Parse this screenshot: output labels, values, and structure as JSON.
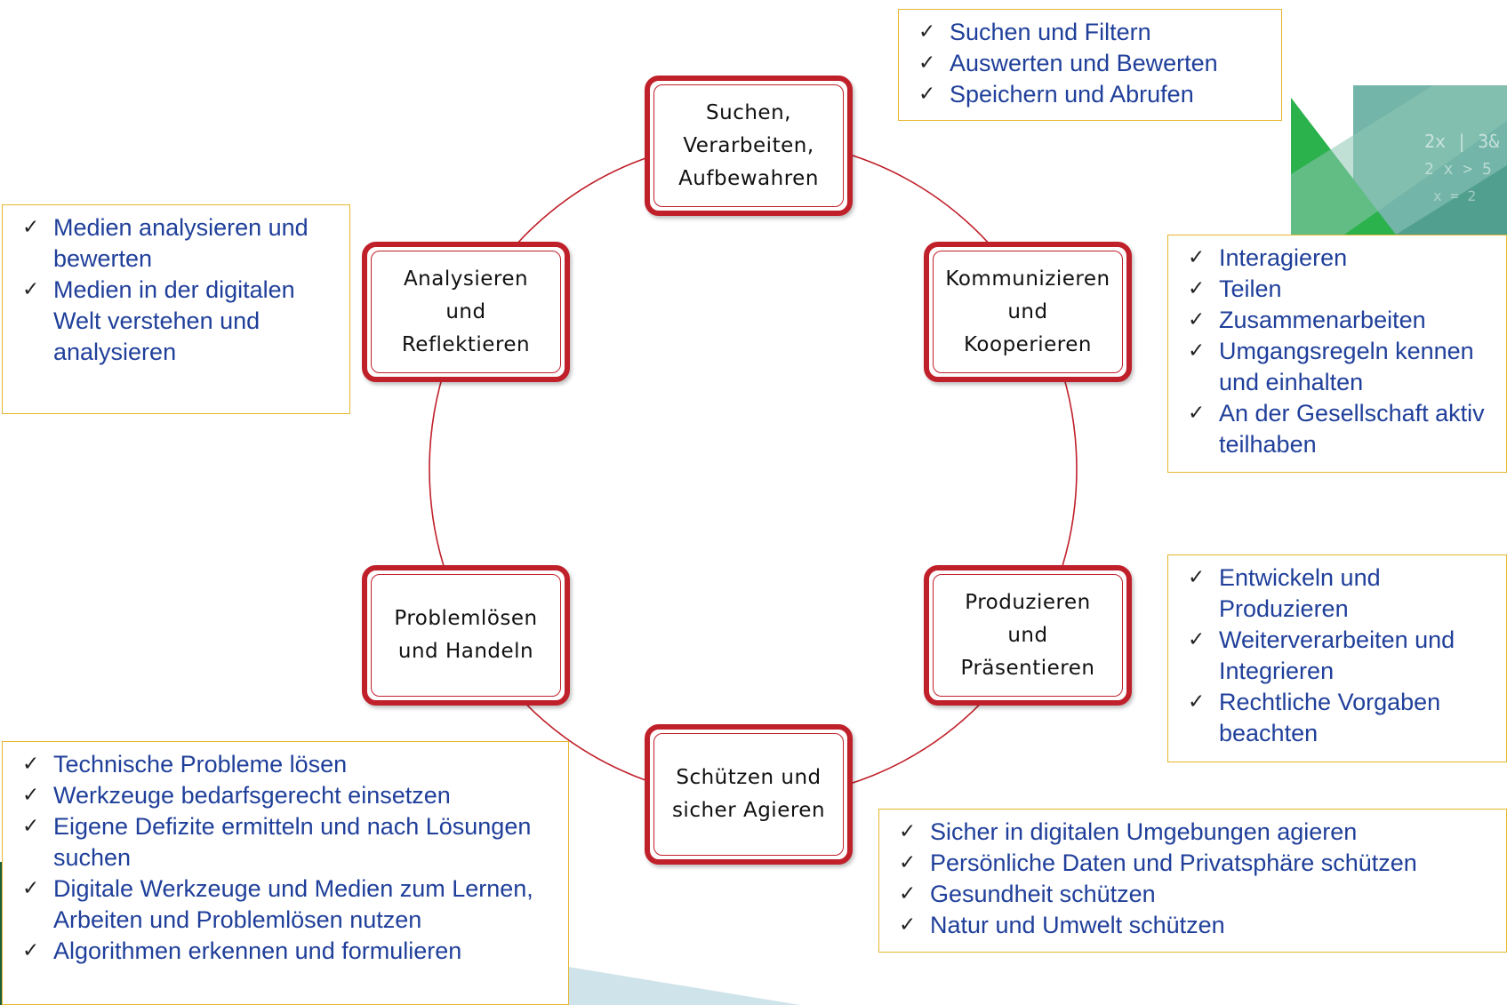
{
  "colors": {
    "node_border": "#c0202a",
    "box_border": "#e5b62e",
    "list_text": "#1f3f9a",
    "ring_line": "#c0202a"
  },
  "center_nodes": [
    {
      "id": "suchen",
      "label": "Suchen,\nVerarbeiten,\nAufbewahren"
    },
    {
      "id": "kommunizieren",
      "label": "Kommunizieren\nund\nKooperieren"
    },
    {
      "id": "produzieren",
      "label": "Produzieren\nund\nPräsentieren"
    },
    {
      "id": "schuetzen",
      "label": "Schützen und\nsicher Agieren"
    },
    {
      "id": "problemloesen",
      "label": "Problemlösen\nund Handeln"
    },
    {
      "id": "analysieren",
      "label": "Analysieren\nund\nReflektieren"
    }
  ],
  "detail_boxes": [
    {
      "id": "suchen",
      "check_icon": "checkmark-icon",
      "items": [
        "Suchen und Filtern",
        "Auswerten und Bewerten",
        "Speichern und Abrufen"
      ]
    },
    {
      "id": "kommunizieren",
      "check_icon": "checkmark-icon",
      "items": [
        "Interagieren",
        "Teilen",
        "Zusammenarbeiten",
        "Umgangsregeln kennen und einhalten",
        "An der Gesellschaft aktiv teilhaben"
      ]
    },
    {
      "id": "produzieren",
      "check_icon": "checkmark-icon",
      "items": [
        "Entwickeln und Produzieren",
        "Weiterverarbeiten und Integrieren",
        "Rechtliche Vorgaben beachten"
      ]
    },
    {
      "id": "schuetzen",
      "check_icon": "checkmark-icon",
      "items": [
        "Sicher in digitalen Umgebungen agieren",
        "Persönliche Daten und Privatsphäre schützen",
        "Gesundheit schützen",
        "Natur und Umwelt schützen"
      ]
    },
    {
      "id": "problemloesen",
      "check_icon": "checkmark-icon",
      "items": [
        "Technische Probleme lösen",
        "Werkzeuge bedarfsgerecht einsetzen",
        "Eigene Defizite ermitteln und nach Lösungen suchen",
        "Digitale Werkzeuge und Medien zum Lernen, Arbeiten und Problemlösen nutzen",
        "Algorithmen erkennen und formulieren"
      ]
    },
    {
      "id": "analysieren",
      "check_icon": "checkmark-icon",
      "items": [
        "Medien analysieren und bewerten",
        "Medien in der digitalen Welt verstehen und analysieren"
      ]
    }
  ]
}
